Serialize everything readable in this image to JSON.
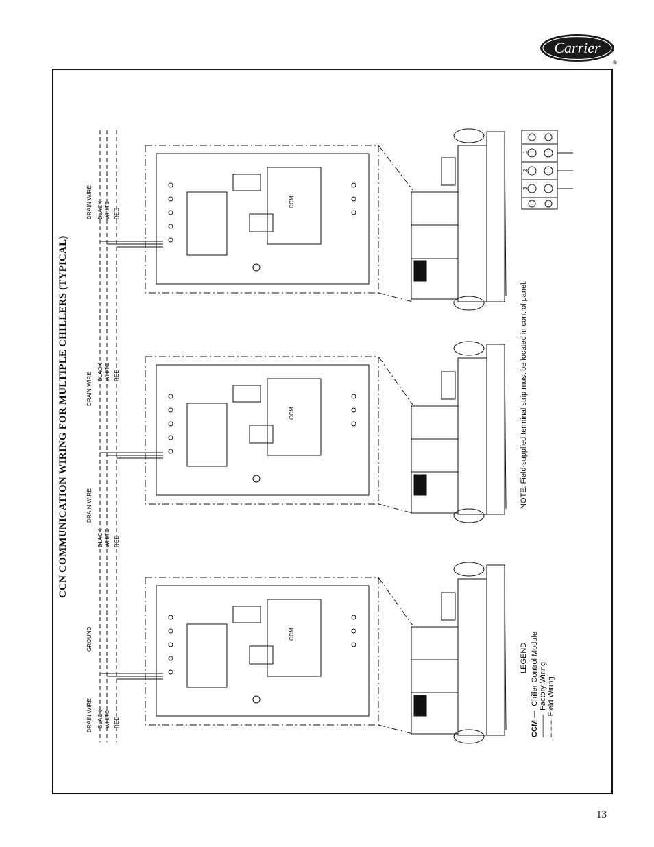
{
  "brand": {
    "logo_text": "Carrier",
    "registered": "®"
  },
  "title": "CCN COMMUNICATION WIRING FOR MULTIPLE CHILLERS (TYPICAL)",
  "note": "NOTE: Field-supplied terminal strip must be located in control panel.",
  "wire_labels": {
    "drain_wire": "DRAIN WIRE",
    "black": "BLACK",
    "white": "WHITE",
    "red": "RED",
    "ground": "GROUND"
  },
  "panel_label": "CCM",
  "terminal_numbers": [
    "1",
    "2",
    "3"
  ],
  "legend": {
    "title": "LEGEND",
    "items": [
      {
        "symbol": "CCM —",
        "text": "Chiller Control Module"
      },
      {
        "symbol": "———",
        "text": "Factory Wiring"
      },
      {
        "symbol": "– – –",
        "text": "Field Wiring"
      }
    ]
  },
  "page_number": "13",
  "colors": {
    "ink": "#111111",
    "logo_fill": "#1a1a1a"
  }
}
